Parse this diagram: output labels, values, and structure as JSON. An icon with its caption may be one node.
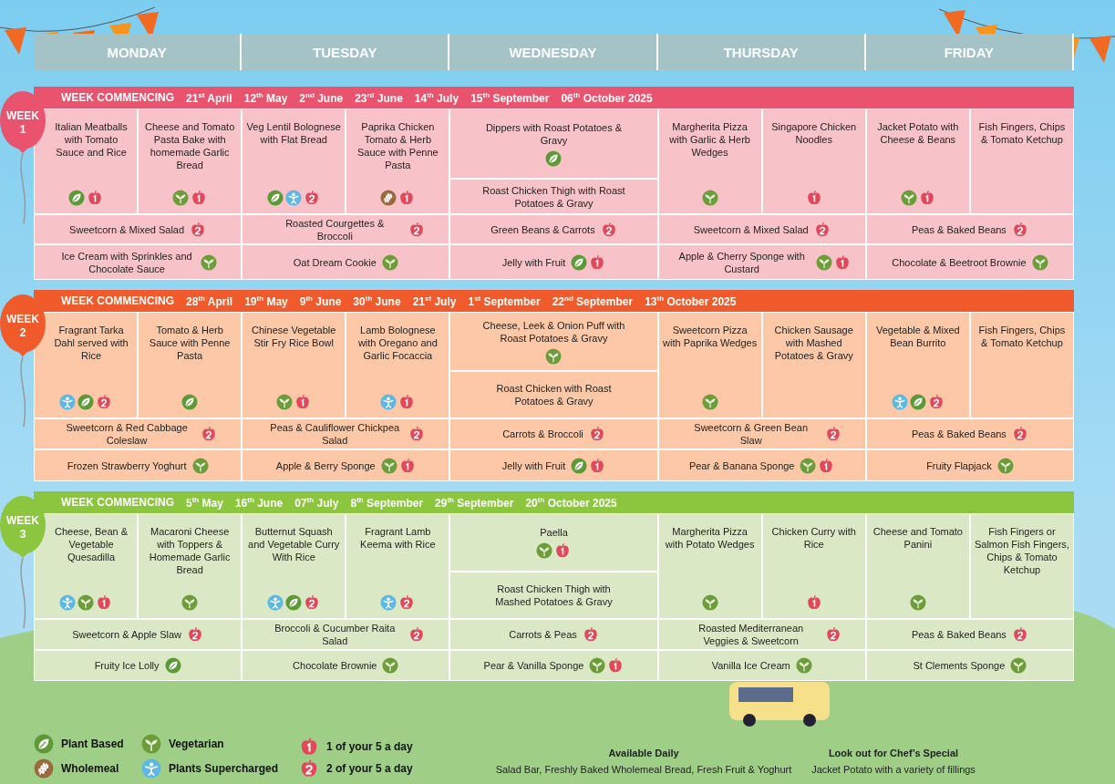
{
  "diagram": {
    "nodes": [
      {
        "text": [
          "MONDAY"
        ]
      },
      {
        "text": [
          "TUESDAY"
        ]
      },
      {
        "text": [
          "WEDNESDAY"
        ]
      },
      {
        "text": [
          "THURSDAY"
        ]
      },
      {
        "text": [
          "FRIDAY"
        ]
      },
      {
        "text": [
          "WEEK 1"
        ]
      },
      {
        "text": [
          "WEEK COMMENCING",
          "21$^{st}$ April",
          "12$^{th}$ May",
          "2$^{nd}$ June",
          "23$^{rd}$ June",
          "14$^{th}$ July",
          "15$^{th}$ September",
          "06$^{th}$ October 2025"
        ]
      },
      {
        "text": [
          "Italian Meatballs with Tomato Sauce and Rice"
        ],
        "in": 6
      },
      {
        "text": [
          "Cheese and Tomato Pasta Bake with homemade Garlic Bread"
        ],
        "in": 6
      },
      {
        "text": [
          "Veg Lentil Bolognese with Flat Bread"
        ],
        "in": 6
      },
      {
        "text": [
          "Paprika Chicken Tomato & Herb Sauce with Penne Pasta"
        ],
        "in": 6
      },
      {
        "text": [
          "Dippers with Roast Potatoes & Gravy"
        ],
        "in": 6
      },
      {
        "text": [
          "Roast Chicken Thigh with Roast Potatoes & Gravy"
        ],
        "in": 6
      },
      {
        "text": [
          "Margherita Pizza with Garlic & Herb Wedges"
        ],
        "in": 6
      },
      {
        "text": [
          "Singapore Chicken Noodles"
        ],
        "in": 6
      },
      {
        "text": [
          "Jacket Potato with Cheese & Beans"
        ],
        "in": 6
      },
      {
        "text": [
          "Fish Fingers, Chips & Tomato Ketchup"
        ],
        "in": 6
      },
      {
        "text": [
          "Sweetcorn & Mixed Salad"
        ],
        "in": 6
      },
      {
        "text": [
          "Roasted Courgettes & Broccoli"
        ],
        "in": 6
      },
      {
        "text": [
          "Green Beans & Carrots"
        ],
        "in": 6
      },
      {
        "text": [
          "Sweetcorn & Mixed Salad"
        ],
        "in": 6
      },
      {
        "text": [
          "Peas & Baked Beans"
        ],
        "in": 6
      },
      {
        "text": [
          "Ice Cream with Sprinkles and Chocolate Sauce"
        ],
        "in": 6
      },
      {
        "text": [
          "Oat Dream Cookie"
        ],
        "in": 6
      },
      {
        "text": [
          "Jelly with Fruit"
        ],
        "in": 6
      },
      {
        "text": [
          "Apple & Cherry Sponge with Custard"
        ],
        "in": 6
      },
      {
        "text": [
          "Chocolate & Beetroot Brownie"
        ],
        "in": 6
      },
      {
        "text": [
          "WEEK 2"
        ]
      },
      {
        "text": [
          "WEEK COMMENCING",
          "28$^{th}$ April",
          "19$^{th}$ May",
          "9$^{th}$ June",
          "30$^{th}$ June",
          "21$^{st}$ July",
          "1$^{st}$ September",
          "22$^{nd}$ September",
          "13$^{th}$ October 2025"
        ]
      },
      {
        "text": [
          "Fragrant Tarka Dahl served with Rice"
        ],
        "in": 28
      },
      {
        "text": [
          "Tomato & Herb Sauce with Penne Pasta"
        ],
        "in": 28
      },
      {
        "text": [
          "Chinese Vegetable Stir Fry Rice Bowl"
        ],
        "in": 28
      },
      {
        "text": [
          "Lamb Bolognese with Oregano and Garlic Focaccia"
        ],
        "in": 28
      },
      {
        "text": [
          "Cheese, Leek & Onion Puff with Roast Potatoes & Gravy"
        ],
        "in": 28
      },
      {
        "text": [
          "Roast Chicken with Roast Potatoes & Gravy"
        ],
        "in": 28
      },
      {
        "text": [
          "Sweetcorn Pizza with Paprika Wedges"
        ],
        "in": 28
      },
      {
        "text": [
          "Chicken Sausage with Mashed Potatoes & Gravy"
        ],
        "in": 28
      },
      {
        "text": [
          "Vegetable & Mixed Bean Burrito"
        ],
        "in": 28
      },
      {
        "text": [
          "Fish Fingers, Chips & Tomato Ketchup"
        ],
        "in": 28
      },
      {
        "text": [
          "Sweetcorn & Red Cabbage Coleslaw"
        ],
        "in": 28
      },
      {
        "text": [
          "Peas & Cauliflower Chickpea Salad"
        ],
        "in": 28
      },
      {
        "text": [
          "Carrots & Broccoli"
        ],
        "in": 28
      },
      {
        "text": [
          "Sweetcorn & Green Bean Slaw"
        ],
        "in": 28
      },
      {
        "text": [
          "Peas & Baked Beans"
        ],
        "in": 28
      },
      {
        "text": [
          "Frozen Strawberry Yoghurt"
        ],
        "in": 28
      },
      {
        "text": [
          "Apple & Berry Sponge"
        ],
        "in": 28
      },
      {
        "text": [
          "Jelly with Fruit"
        ],
        "in": 28
      },
      {
        "text": [
          "Pear & Banana Sponge"
        ],
        "in": 28
      },
      {
        "text": [
          "Fruity Flapjack"
        ],
        "in": 28
      },
      {
        "text": [
          "WEEK 3"
        ]
      },
      {
        "text": [
          "WEEK COMMENCING",
          "5$^{th}$ May",
          "16$^{th}$ June",
          "07$^{th}$ July",
          "8$^{th}$ September",
          "29$^{th}$ September",
          "20$^{th}$ October 2025"
        ]
      },
      {
        "text": [
          "Cheese, Bean & Vegetable Quesadilla"
        ],
        "in": 50
      },
      {
        "text": [
          "Macaroni Cheese with Toppers & Homemade Garlic Bread"
        ],
        "in": 50
      },
      {
        "text": [
          "Butternut Squash and Vegetable Curry With Rice"
        ],
        "in": 50
      },
      {
        "text": [
          "Fragrant Lamb Keema with Rice"
        ],
        "in": 50
      },
      {
        "text": [
          "Paella"
        ],
        "in": 50
      },
      {
        "text": [
          "Roast Chicken Thigh with Mashed Potatoes & Gravy"
        ],
        "in": 50
      },
      {
        "text": [
          "Margherita Pizza with Potato Wedges"
        ],
        "in": 50
      },
      {
        "text": [
          "Chicken Curry with Rice"
        ],
        "in": 50
      },
      {
        "text": [
          "Cheese and Tomato Panini"
        ],
        "in": 50
      },
      {
        "text": [
          "Fish Fingers or Salmon Fish Fingers, Chips & Tomato Ketchup"
        ],
        "in": 50
      },
      {
        "text": [
          "Sweetcorn & Apple Slaw"
        ],
        "in": 50
      },
      {
        "text": [
          "Broccoli & Cucumber Raita Salad"
        ],
        "in": 50
      },
      {
        "text": [
          "Carrots & Peas"
        ],
        "in": 50
      },
      {
        "text": [
          "Roasted Mediterranean Veggies & Sweetcorn"
        ],
        "in": 50
      },
      {
        "text": [
          "Peas & Baked Beans"
        ],
        "in": 50
      },
      {
        "text": [
          "Fruity Ice Lolly"
        ],
        "in": 50
      },
      {
        "text": [
          "Chocolate Brownie"
        ],
        "in": 50
      },
      {
        "text": [
          "Pear & Vanilla Sponge"
        ],
        "in": 50
      },
      {
        "text": [
          "Vanilla Ice Cream"
        ],
        "in": 50
      },
      {
        "text": [
          "St Clements Sponge"
        ],
        "in": 50
      }
    ],
    "labels": [
      "Available Daily",
      "Salad Bar, Freshly Baked Wholemeal Bread, Fresh Fruit & Yoghurt",
      "Look out for Chef’s Special",
      "Jacket Potato with a variety of fillings"
    ],
    "legend": [
      {
        "text": "Plant Based"
      },
      {
        "text": "Vegetarian"
      },
      {
        "text": "1 of your 5 a day"
      },
      {
        "text": "Wholemeal"
      },
      {
        "text": "Plants Supercharged"
      },
      {
        "text": "2 of your 5 a day"
      }
    ]
  }
}
